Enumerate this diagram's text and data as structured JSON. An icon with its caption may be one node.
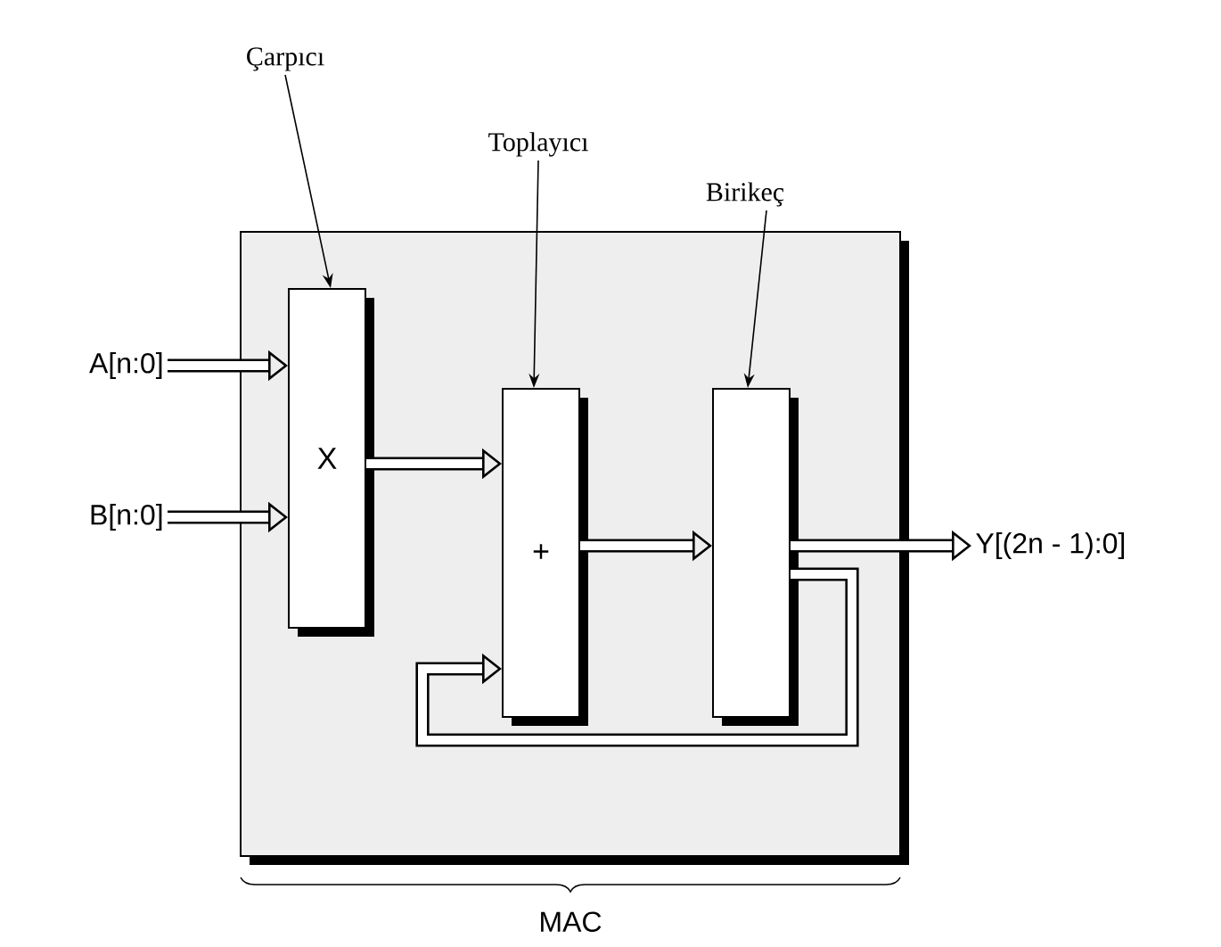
{
  "diagram": {
    "nodes": [
      {
        "text": [
          "MAC"
        ]
      },
      {
        "text": [
          "X"
        ],
        "in": 0
      },
      {
        "text": [
          "+"
        ],
        "in": 0
      },
      {
        "text": [],
        "shape": "box",
        "in": 0
      },
      {
        "text": [
          "A[n:0]"
        ]
      },
      {
        "text": [
          "B[n:0]"
        ]
      },
      {
        "text": [
          "Y[(2n - 1):0]"
        ]
      },
      {
        "text": [
          "Çarpıcı"
        ]
      },
      {
        "text": [
          "Toplayıcı"
        ]
      },
      {
        "text": [
          "Birikeç"
        ]
      }
    ],
    "edges": [
      {
        "from": 4,
        "to": 1,
        "arrow": "to"
      },
      {
        "from": 5,
        "to": 1,
        "arrow": "to"
      },
      {
        "from": 1,
        "to": 2,
        "arrow": "to"
      },
      {
        "from": 2,
        "to": 3,
        "arrow": "to"
      },
      {
        "from": 3,
        "to": 6,
        "arrow": "to"
      },
      {
        "from": 3,
        "to": 2,
        "arrow": "to"
      },
      {
        "from": 7,
        "to": 1,
        "arrow": "to"
      },
      {
        "from": 8,
        "to": 2,
        "arrow": "to"
      },
      {
        "from": 9,
        "to": 3,
        "arrow": "to"
      }
    ]
  }
}
